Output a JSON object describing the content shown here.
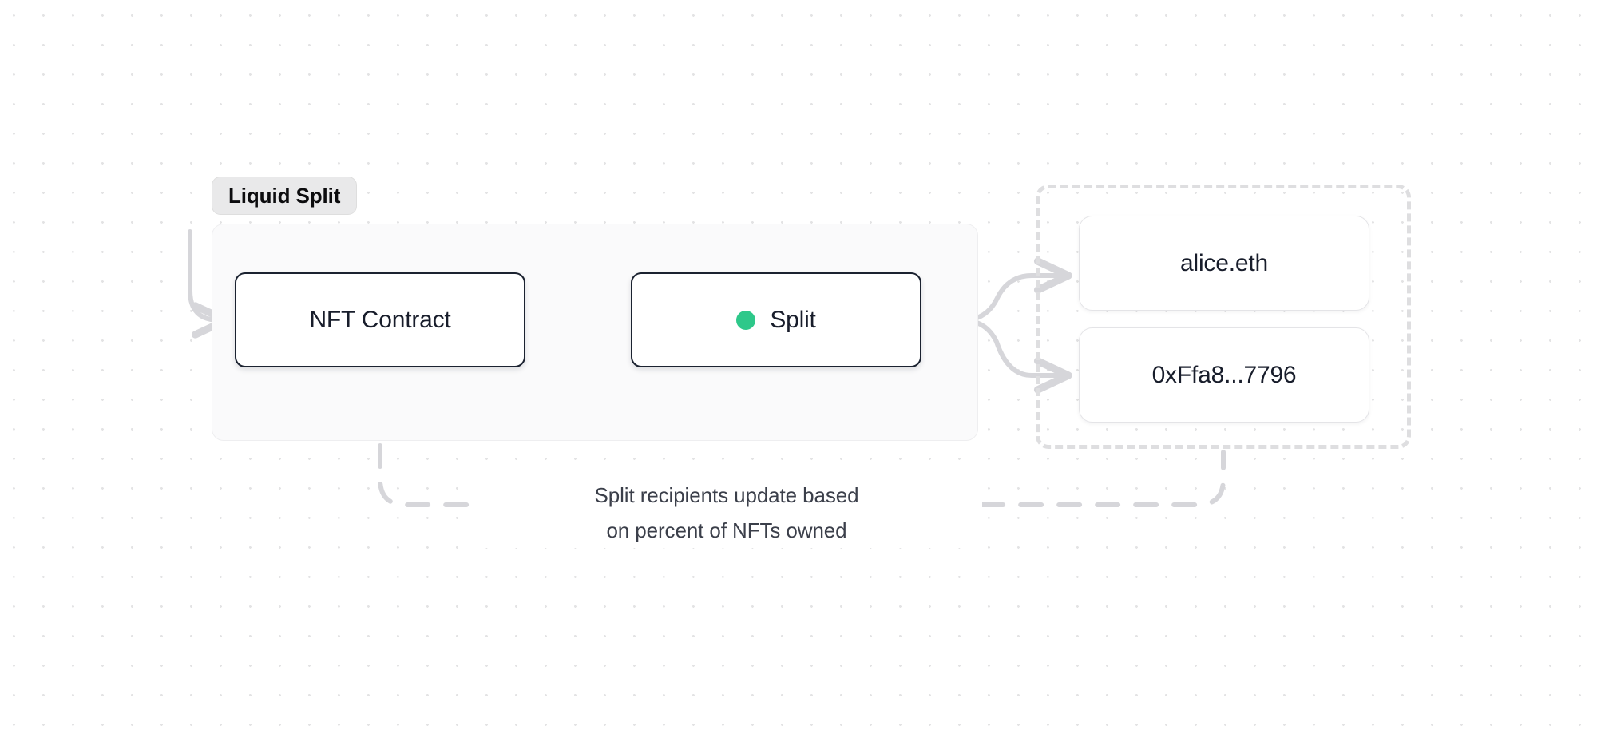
{
  "diagram": {
    "group": {
      "badge_label": "Liquid Split"
    },
    "nodes": [
      {
        "id": "nft-contract",
        "label": "NFT Contract",
        "has_status_dot": false
      },
      {
        "id": "split",
        "label": "Split",
        "has_status_dot": true,
        "status_dot_color": "#2ec88a"
      }
    ],
    "recipients": [
      {
        "id": "recipient-alice",
        "label": "alice.eth"
      },
      {
        "id": "recipient-address",
        "label": "0xFfa8...7796"
      }
    ],
    "caption": {
      "line1": "Split recipients update based",
      "line2": "on percent of NFTs owned"
    },
    "colors": {
      "node_border": "#1b2230",
      "node_text": "#181d2b",
      "edge": "#d6d6da",
      "dashed_border": "#dedee0",
      "badge_background": "#e9e9ea",
      "accent_green": "#2ec88a",
      "canvas_background": "#ffffff",
      "dot_grid": "#e3e3e4"
    }
  }
}
